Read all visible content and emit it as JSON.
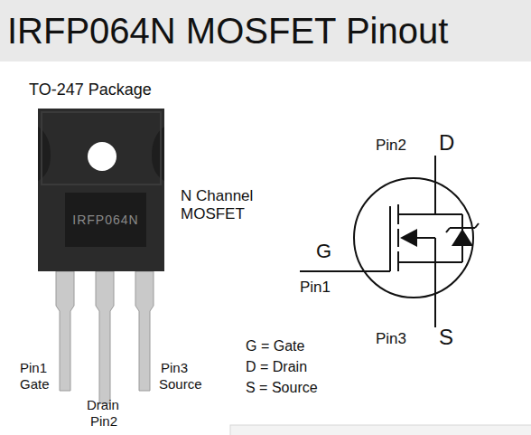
{
  "diagram": {
    "title": "IRFP064N MOSFET Pinout",
    "nodes": [
      {
        "text": [
          "IRFP064N"
        ]
      }
    ],
    "labels": [
      "TO-247 Package",
      "N Channel MOSFET",
      "Pin1",
      "Gate",
      "Drain",
      "Pin2",
      "Pin3",
      "Source",
      "Pin2",
      "D",
      "G",
      "Pin1",
      "Pin3",
      "S",
      "G = Gate",
      "D = Drain",
      "S = Source"
    ]
  }
}
